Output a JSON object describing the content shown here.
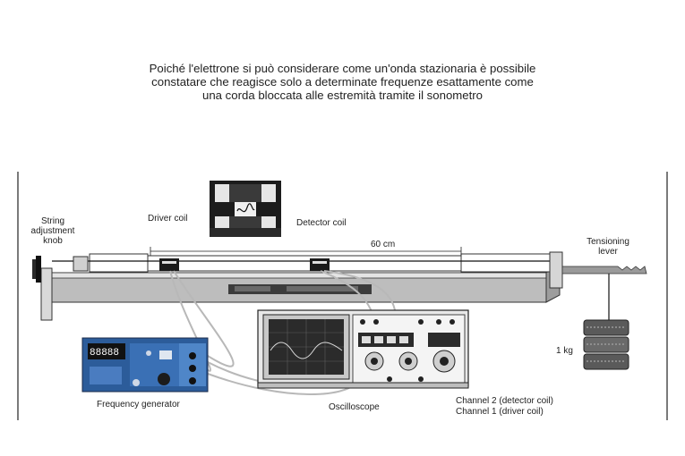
{
  "caption": {
    "line1": "Poiché l'elettrone si può considerare come un'onda stazionaria è possibile",
    "line2": "constatare che reagisce solo a determinate frequenze esattamente come",
    "line3": "una corda bloccata alle estremità tramite il sonometro"
  },
  "labels": {
    "string_knob_1": "String",
    "string_knob_2": "adjustment",
    "string_knob_3": "knob",
    "driver_coil": "Driver coil",
    "detector_coil": "Detector coil",
    "length": "60 cm",
    "tensioning_1": "Tensioning",
    "tensioning_2": "lever",
    "mass": "1 kg",
    "frequency_generator": "Frequency generator",
    "oscilloscope": "Oscilloscope",
    "channel_2": "Channel 2 (detector coil)",
    "channel_1": "Channel 1 (driver coil)"
  },
  "devices": {
    "generator_display": "88888"
  },
  "colors": {
    "line": "#1a1a1a",
    "cable": "#b8b8b8",
    "generator_panel": "#2c5c9a",
    "scope_screen": "#2b2b2b"
  }
}
